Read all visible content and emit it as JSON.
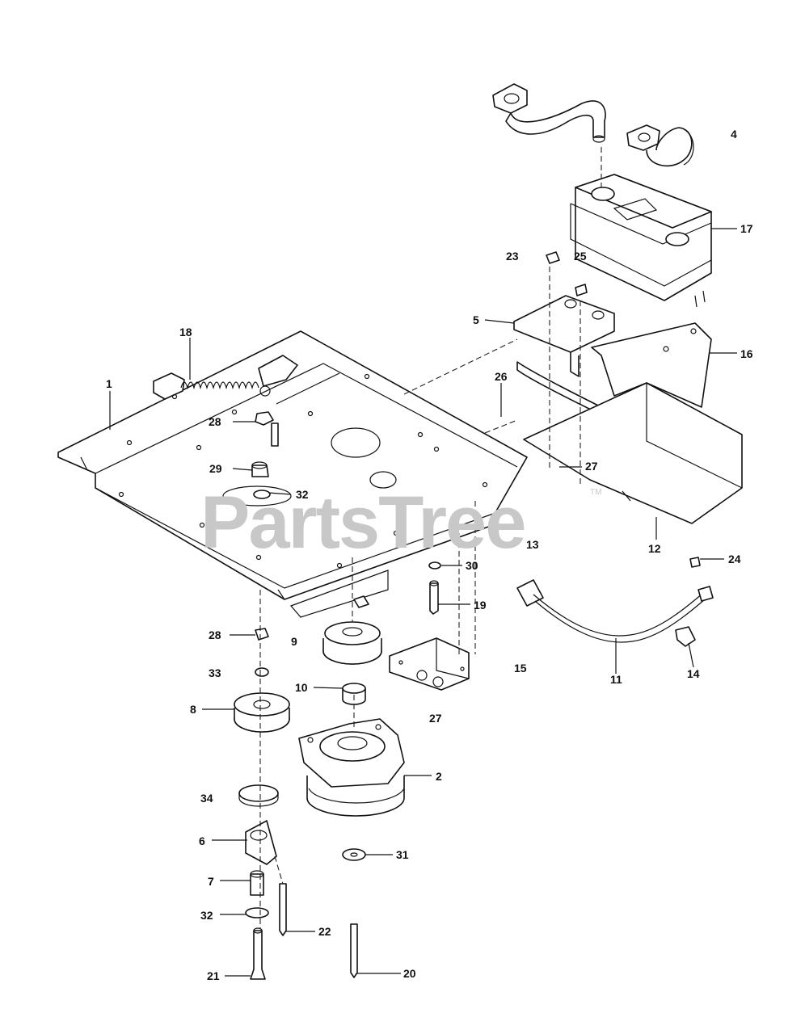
{
  "watermark": {
    "text": "PartsTree",
    "mark": "TM"
  },
  "callouts": [
    {
      "id": "c4",
      "label": "4"
    },
    {
      "id": "c17",
      "label": "17"
    },
    {
      "id": "c23",
      "label": "23"
    },
    {
      "id": "c25",
      "label": "25"
    },
    {
      "id": "c5",
      "label": "5"
    },
    {
      "id": "c16",
      "label": "16"
    },
    {
      "id": "c18",
      "label": "18"
    },
    {
      "id": "c1",
      "label": "1"
    },
    {
      "id": "c26",
      "label": "26"
    },
    {
      "id": "c28a",
      "label": "28"
    },
    {
      "id": "c27a",
      "label": "27"
    },
    {
      "id": "c29",
      "label": "29"
    },
    {
      "id": "c32a",
      "label": "32"
    },
    {
      "id": "c12",
      "label": "12"
    },
    {
      "id": "c13",
      "label": "13"
    },
    {
      "id": "c24",
      "label": "24"
    },
    {
      "id": "c30",
      "label": "30"
    },
    {
      "id": "c19",
      "label": "19"
    },
    {
      "id": "c28b",
      "label": "28"
    },
    {
      "id": "c9",
      "label": "9"
    },
    {
      "id": "c33",
      "label": "33"
    },
    {
      "id": "c10",
      "label": "10"
    },
    {
      "id": "c15",
      "label": "15"
    },
    {
      "id": "c11",
      "label": "11"
    },
    {
      "id": "c14",
      "label": "14"
    },
    {
      "id": "c8",
      "label": "8"
    },
    {
      "id": "c27b",
      "label": "27"
    },
    {
      "id": "c2",
      "label": "2"
    },
    {
      "id": "c34",
      "label": "34"
    },
    {
      "id": "c6",
      "label": "6"
    },
    {
      "id": "c31",
      "label": "31"
    },
    {
      "id": "c7",
      "label": "7"
    },
    {
      "id": "c32b",
      "label": "32"
    },
    {
      "id": "c22",
      "label": "22"
    },
    {
      "id": "c21",
      "label": "21"
    },
    {
      "id": "c20",
      "label": "20"
    }
  ]
}
